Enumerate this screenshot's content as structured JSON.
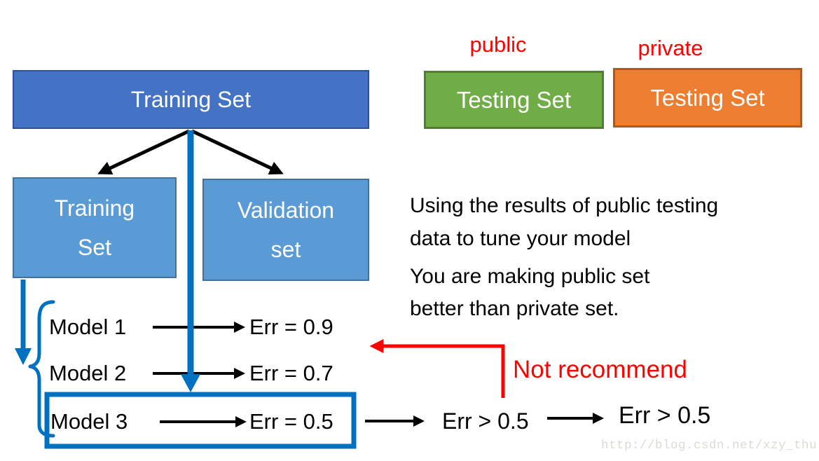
{
  "diagram": {
    "training_set": {
      "label": "Training Set"
    },
    "training_subset": {
      "lines": [
        "Training",
        "Set"
      ]
    },
    "validation_subset": {
      "lines": [
        "Validation",
        "set"
      ]
    },
    "public_testing": {
      "tag": "public",
      "label": "Testing Set"
    },
    "private_testing": {
      "tag": "private",
      "label": "Testing Set"
    },
    "notes": [
      {
        "lines": [
          "Using the results of public testing",
          "data to tune your model"
        ]
      },
      {
        "lines": [
          "You are making public set",
          "better than private set."
        ]
      }
    ],
    "models": [
      {
        "name": "Model 1",
        "result": "Err = 0.9"
      },
      {
        "name": "Model 2",
        "result": "Err = 0.7"
      },
      {
        "name": "Model 3",
        "result": "Err = 0.5"
      }
    ],
    "not_recommend": "Not recommend",
    "public_test_err": "Err > 0.5",
    "private_test_err": "Err > 0.5",
    "watermark": "http://blog.csdn.net/xzy_thu"
  },
  "colors": {
    "box-dark-blue": "#4472C4",
    "box-dark-blue-border": "#2F528F",
    "box-light-blue": "#5B9BD5",
    "box-light-blue-border": "#41719C",
    "box-green": "#70AD47",
    "box-green-border": "#507E32",
    "box-orange": "#ED7D31",
    "box-orange-border": "#AC5A21",
    "accent-blue": "#0070C0",
    "accent-red": "#FF0000",
    "line-black": "#000000",
    "text-black": "#000000",
    "watermark-gray": "#DBDBD5"
  }
}
